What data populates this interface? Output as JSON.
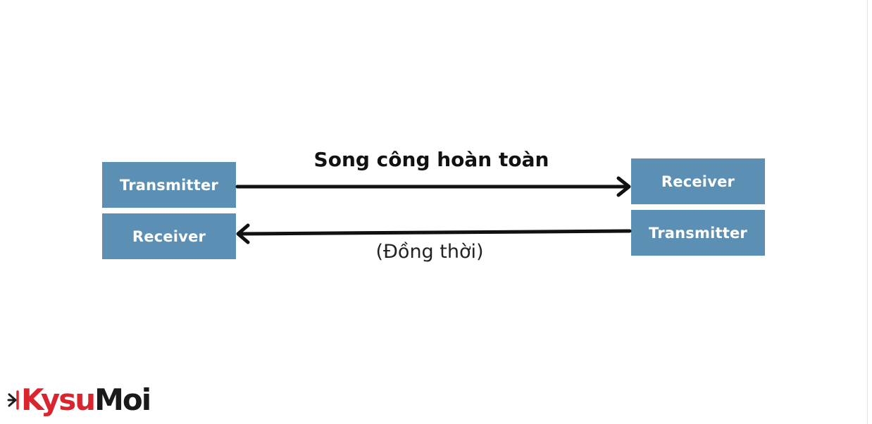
{
  "diagram": {
    "title": "Song công hoàn toàn",
    "subtitle": "(Đồng thời)",
    "left": {
      "top_label": "Transmitter",
      "bottom_label": "Receiver"
    },
    "right": {
      "top_label": "Receiver",
      "bottom_label": "Transmitter"
    },
    "box_color": "#5b8fb4",
    "arrow_color": "#111111"
  },
  "logo": {
    "part1": "Kysu",
    "part2": "Moi",
    "color_part1": "#d9262e",
    "color_part2": "#1a1a1a"
  }
}
